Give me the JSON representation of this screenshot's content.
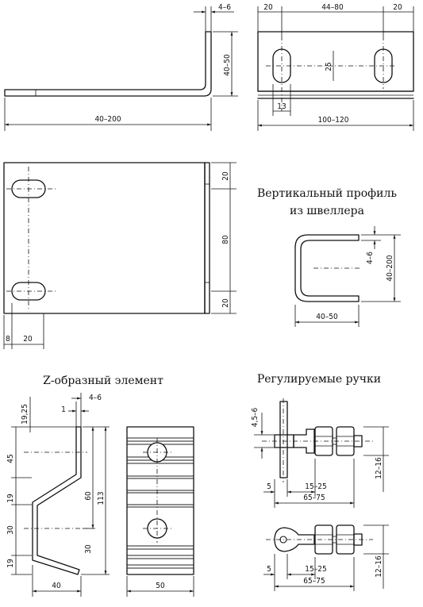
{
  "captions": {
    "channel_profile_line1": "Вертикальный профиль",
    "channel_profile_line2": "из швеллера",
    "z_element": "Z-образный элемент",
    "handles": "Регулируемые ручки"
  },
  "angle_side": {
    "dims": {
      "thickness": "4–6",
      "height": "40–50",
      "length": "40–200"
    }
  },
  "angle_top": {
    "dims": {
      "edge_left": "20",
      "hole_spacing": "44–80",
      "edge_right": "20",
      "slot_length": "25",
      "slot_width": "13",
      "overall": "100–120"
    }
  },
  "plate": {
    "dims": {
      "top": "20",
      "middle": "80",
      "bottom": "20",
      "left_small": "8",
      "left": "20"
    }
  },
  "channel": {
    "dims": {
      "thickness": "4–6",
      "height": "40–200",
      "width": "40–50"
    }
  },
  "z_side": {
    "dims": {
      "offset": "19,25",
      "t1": "1",
      "t2": "4–6",
      "s45": "45",
      "s19a": "19",
      "s30a": "30",
      "s19b": "19",
      "s60": "60",
      "s113": "113",
      "s30b": "30",
      "width": "40"
    }
  },
  "z_front": {
    "dims": {
      "width": "50"
    }
  },
  "handle1": {
    "dims": {
      "thread": "4,5–6",
      "c5": "5",
      "len": "15–25",
      "overall": "65–75",
      "diam": "12–16"
    }
  },
  "handle2": {
    "dims": {
      "c5": "5",
      "len": "15–25",
      "overall": "65–75",
      "diam": "12–16"
    }
  }
}
